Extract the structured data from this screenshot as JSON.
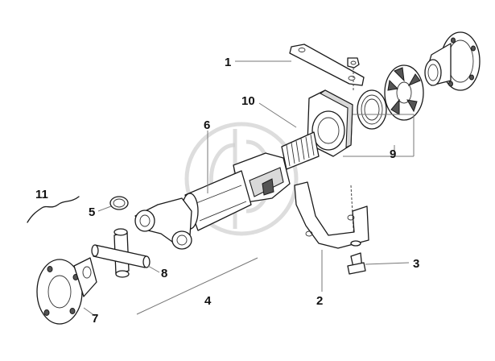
{
  "callouts": {
    "c1": "1",
    "c2": "2",
    "c3": "3",
    "c4": "4",
    "c5": "5",
    "c6": "6",
    "c7": "7",
    "c8": "8",
    "c9": "9",
    "c10": "10",
    "c11": "11"
  },
  "icons": {
    "watermark": "gd-logo-watermark"
  }
}
